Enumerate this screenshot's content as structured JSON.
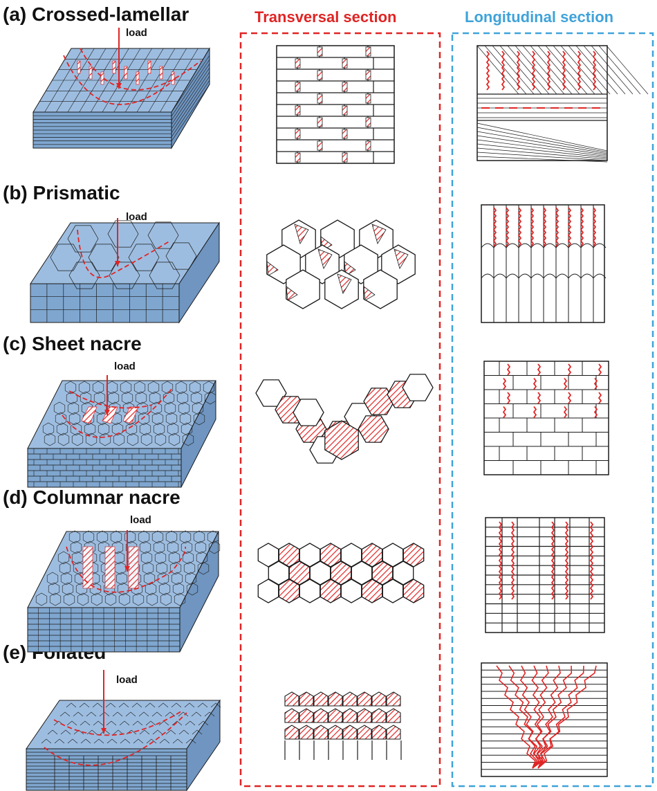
{
  "colors": {
    "block_face": "#7fa6cf",
    "block_top": "#9dbde0",
    "block_side": "#6f95c0",
    "crack_red": "#e02424",
    "transversal_frame": "#e02424",
    "longitudinal_frame": "#3fa3d9",
    "line": "#1a1a1a"
  },
  "columns": {
    "transversal_title": "Transversal section",
    "longitudinal_title": "Longitudinal section"
  },
  "load_label": "load",
  "rows": [
    {
      "label": "(a) Crossed-lamellar"
    },
    {
      "label": "(b) Prismatic"
    },
    {
      "label": "(c) Sheet nacre"
    },
    {
      "label": "(d) Columnar nacre"
    },
    {
      "label": "(e) Foliated"
    }
  ]
}
